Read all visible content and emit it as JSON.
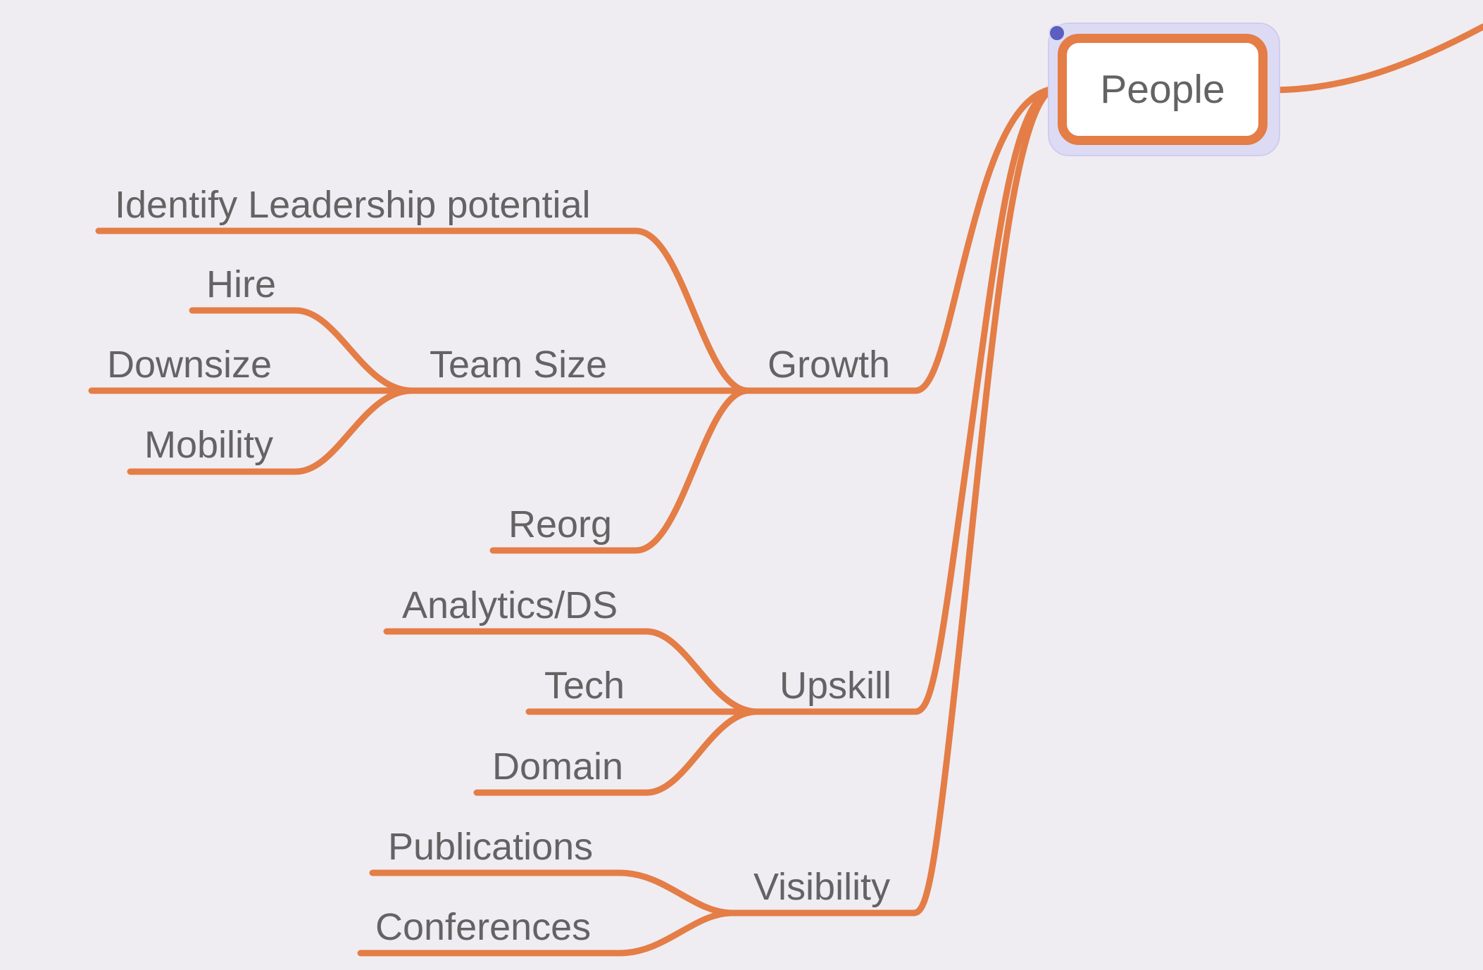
{
  "mindmap": {
    "root": "People",
    "branches": {
      "growth": {
        "label": "Growth",
        "children": {
          "identify_leadership": "Identify Leadership potential",
          "team_size": {
            "label": "Team Size",
            "children": {
              "hire": "Hire",
              "downsize": "Downsize",
              "mobility": "Mobility"
            }
          },
          "reorg": "Reorg"
        }
      },
      "upskill": {
        "label": "Upskill",
        "children": {
          "analytics_ds": "Analytics/DS",
          "tech": "Tech",
          "domain": "Domain"
        }
      },
      "visibility": {
        "label": "Visibility",
        "children": {
          "publications": "Publications",
          "conferences": "Conferences"
        }
      }
    }
  },
  "colors": {
    "edge": "#e47d46",
    "text": "#636363",
    "background": "#efedf2",
    "selection": "#dddbf4",
    "handle": "#5c5fbf"
  }
}
